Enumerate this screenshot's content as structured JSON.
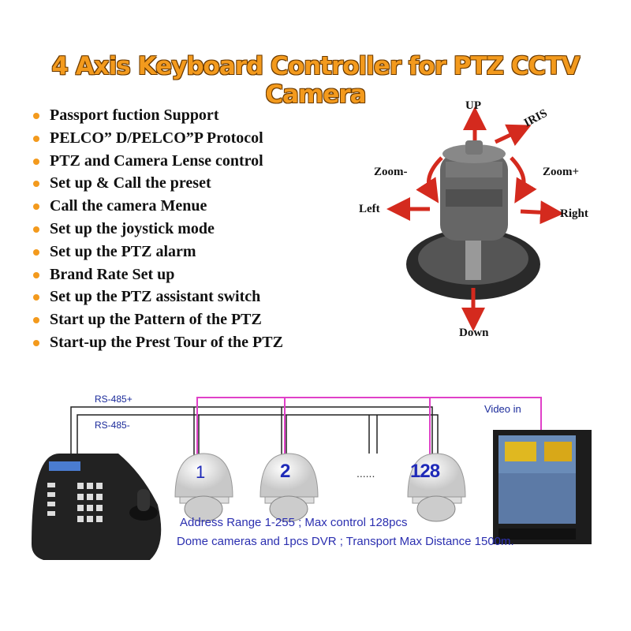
{
  "title": "4 Axis Keyboard Controller for PTZ CCTV Camera",
  "features": [
    "Passport fuction Support",
    "PELCO” D/PELCO”P Protocol",
    "PTZ  and Camera Lense control",
    "Set up & Call the preset",
    "Call the camera Menue",
    "Set up the joystick mode",
    "Set up the PTZ alarm",
    "Brand Rate Set up",
    "Set up the PTZ assistant switch",
    "Start up the Pattern of the PTZ",
    "Start-up the Prest Tour of the PTZ"
  ],
  "camera_labels": {
    "up": "UP",
    "iris": "IRIS",
    "zoom_minus": "Zoom-",
    "zoom_plus": "Zoom+",
    "left": "Left",
    "right": "Right",
    "down": "Down"
  },
  "wiring": {
    "rs485_plus": "RS-485+",
    "rs485_minus": "RS-485-",
    "video_in": "Video in",
    "dome_ids": [
      "1",
      "2",
      "128"
    ],
    "ellipsis": "......"
  },
  "notes": [
    "Address Range 1-255 ; Max control 128pcs",
    "Dome cameras and 1pcs DVR ; Transport Max Distance 1500m."
  ],
  "colors": {
    "accent": "#f39a1d",
    "arrow": "#d42a1e",
    "video_wire": "#e040c8",
    "text_blue": "#2b2fb0"
  }
}
